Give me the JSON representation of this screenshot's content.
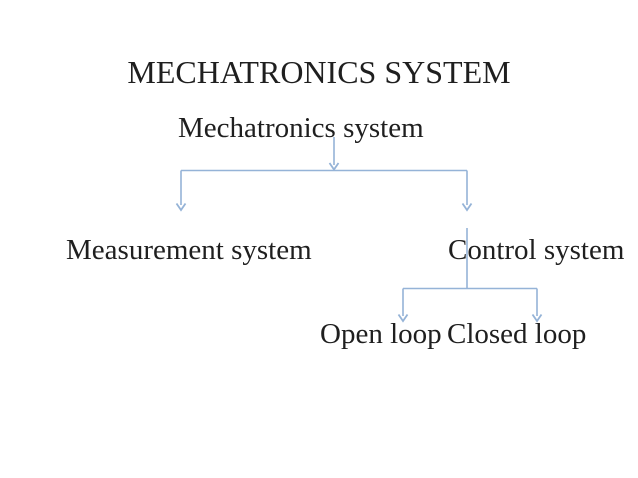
{
  "slide": {
    "title": "MECHATRONICS SYSTEM"
  },
  "nodes": {
    "root": {
      "label": "Mechatronics system"
    },
    "measurement": {
      "label": "Measurement system"
    },
    "control": {
      "label": "Control system"
    },
    "open_loop": {
      "label": "Open loop"
    },
    "closed_loop": {
      "label": "Closed loop"
    }
  },
  "diagram": {
    "type": "tree",
    "root": "Mechatronics system",
    "children_of_root": [
      "Measurement system",
      "Control system"
    ],
    "children_of_control": [
      "Open loop",
      "Closed loop"
    ]
  },
  "colors": {
    "connector": "#95b3d7",
    "text": "#1f1f1f",
    "background": "#ffffff"
  }
}
